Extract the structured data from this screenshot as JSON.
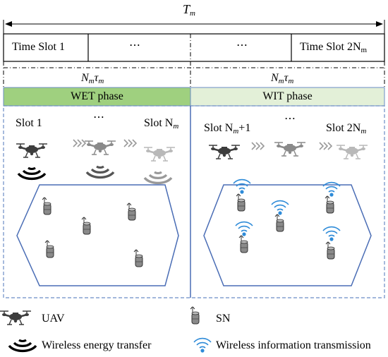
{
  "period": {
    "base": "T",
    "sub": "m"
  },
  "slots_bar": {
    "first": "Time Slot 1",
    "dots_left": "⋯",
    "dots_right": "⋯",
    "last_base": "Time Slot 2N",
    "last_sub": "m"
  },
  "durations": {
    "left": {
      "a": "N",
      "a_sub": "m",
      "b": "τ",
      "b_sub": "m"
    },
    "right": {
      "a": "N",
      "a_sub": "m",
      "b": "τ",
      "b_sub": "m"
    }
  },
  "phases": {
    "wet": {
      "label": "WET phase",
      "color": "#9fd07f"
    },
    "wit": {
      "label": "WIT phase",
      "color": "#e3f0d8"
    }
  },
  "wet_slots": {
    "slot1": "Slot 1",
    "dots": "⋯",
    "slotN_base": "Slot N",
    "slotN_sub": "m"
  },
  "wit_slots": {
    "slotN1_base": "Slot N",
    "slotN1_sub": "m",
    "slotN1_suffix": "+1",
    "dots": "⋯",
    "slot2N_base": "Slot 2N",
    "slot2N_sub": "m"
  },
  "legend": {
    "uav": {
      "label": "UAV",
      "icon": "drone-icon"
    },
    "sn": {
      "label": "SN",
      "icon": "sensor-node-icon"
    },
    "wet": {
      "label": "Wireless energy transfer",
      "icon": "energy-wave-icon"
    },
    "wit": {
      "label": "Wireless information transmission",
      "icon": "wifi-signal-icon"
    }
  },
  "colors": {
    "region_outline": "#4a6db5",
    "dashed_frame": "#6b8cc6",
    "wifi_blue": "#2e8bd8",
    "node_gray": "#8a8a8a"
  }
}
